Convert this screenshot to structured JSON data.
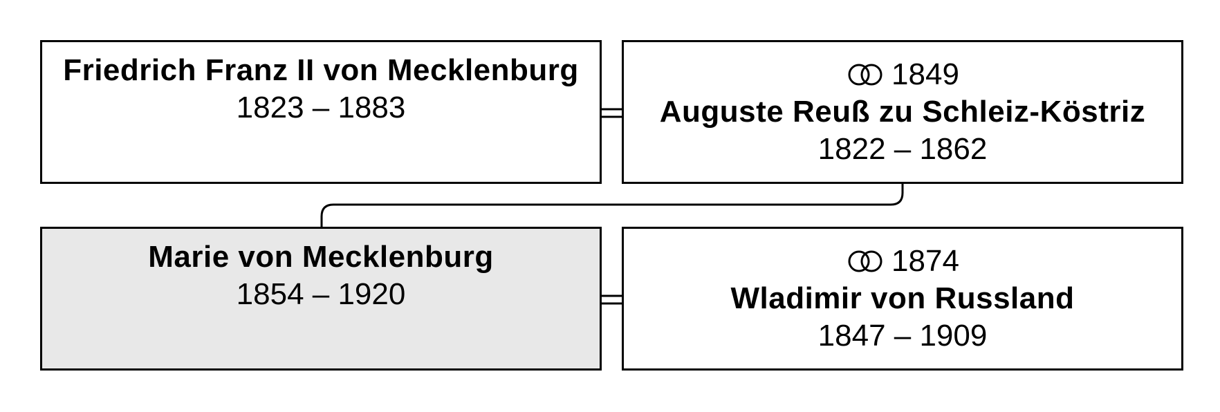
{
  "tree": {
    "father": {
      "name": "Friedrich Franz II von Mecklenburg",
      "dates": "1823 – 1883"
    },
    "mother": {
      "marriage_year": "1849",
      "name": "Auguste Reuß zu Schleiz-Köstriz",
      "dates": "1822 – 1862"
    },
    "subject": {
      "name": "Marie von Mecklenburg",
      "dates": "1854 – 1920"
    },
    "spouse": {
      "marriage_year": "1874",
      "name": "Wladimir von Russland",
      "dates": "1847 – 1909"
    }
  },
  "icons": {
    "marriage": "wedding-rings-icon"
  },
  "colors": {
    "subject_fill": "#e8e8e8",
    "stroke": "#000000"
  }
}
